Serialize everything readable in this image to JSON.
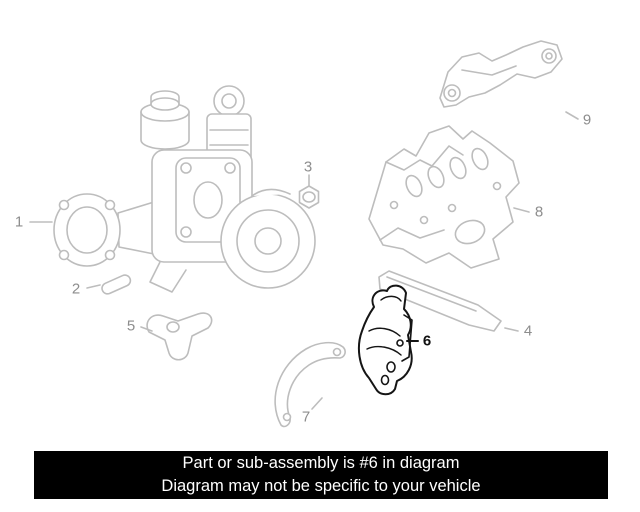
{
  "diagram": {
    "callouts": [
      "1",
      "2",
      "3",
      "4",
      "5",
      "6",
      "7",
      "8",
      "9"
    ],
    "highlighted_callout": "6"
  },
  "banner": {
    "line1": "Part or sub-assembly is #6 in diagram",
    "line2": "Diagram may not be specific to your vehicle"
  },
  "colors": {
    "diagram_line": "#bdbdbd",
    "callout_text": "#8d8d8d",
    "highlight_line": "#151515",
    "banner_bg": "#000000",
    "banner_text": "#ffffff",
    "background": "#ffffff"
  }
}
